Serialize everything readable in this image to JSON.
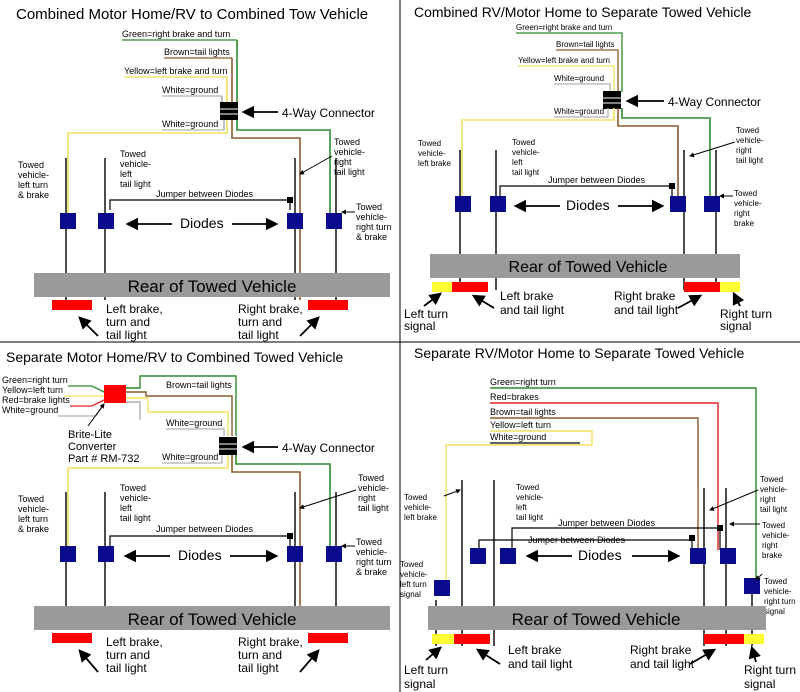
{
  "colors": {
    "green": "#2e8b2e",
    "brown": "#8b5a2b",
    "yellow": "#f0e060",
    "white_wire": "#b0b0b0",
    "red": "#e02020",
    "diode": "#0a0a8c",
    "bar": "#9a9a9a",
    "lamp_red": "#ff0000",
    "lamp_yellow": "#ffff33"
  },
  "panel1": {
    "title": "Combined Motor Home/RV to Combined Tow Vehicle",
    "wires": [
      "Green=right brake and turn",
      "Brown=tail lights",
      "Yellow=left brake and turn",
      "White=ground"
    ],
    "ground": "White=ground",
    "connector": "4-Way Connector",
    "left_label": [
      "Towed",
      "vehicle-",
      "left turn",
      "& brake"
    ],
    "left_tail": [
      "Towed",
      "vehicle-",
      "left",
      "tail light"
    ],
    "right_tail": [
      "Towed",
      "vehicle-",
      "right",
      "tail light"
    ],
    "right_label": [
      "Towed",
      "vehicle-",
      "right turn",
      "& brake"
    ],
    "jumper": "Jumper between Diodes",
    "diodes": "Diodes",
    "bar": "Rear of Towed Vehicle",
    "left_bottom": [
      "Left brake,",
      "turn and",
      "tail light"
    ],
    "right_bottom": [
      "Right brake,",
      "turn and",
      "tail light"
    ]
  },
  "panel2": {
    "title": "Combined RV/Motor Home to Separate Towed Vehicle",
    "wires": [
      "Green=right brake and turn",
      "Brown=tail lights",
      "Yellow=left brake and turn",
      "White=ground"
    ],
    "ground": "White=ground",
    "connector": "4-Way Connector",
    "left_label": [
      "Towed",
      "vehicle-",
      "left brake"
    ],
    "left_tail": [
      "Towed",
      "vehicle-",
      "left",
      "tail light"
    ],
    "right_tail": [
      "Towed",
      "vehicle-",
      "right",
      "tail light"
    ],
    "right_label": [
      "Towed",
      "vehicle-",
      "right",
      "brake"
    ],
    "jumper": "Jumper between Diodes",
    "diodes": "Diodes",
    "bar": "Rear of Towed Vehicle",
    "left_turn": [
      "Left turn",
      "signal"
    ],
    "left_bottom": [
      "Left brake",
      "and tail light"
    ],
    "right_bottom": [
      "Right brake",
      "and tail light"
    ],
    "right_turn": [
      "Right turn",
      "signal"
    ]
  },
  "panel3": {
    "title": "Separate Motor Home/RV to Combined Towed Vehicle",
    "inputs": [
      "Green=right turn",
      "Yellow=left turn",
      "Red=brake lights",
      "White=ground"
    ],
    "converter": [
      "Brite-Lite",
      "Converter",
      "Part # RM-732"
    ],
    "wires": [
      "Brown=tail lights",
      "White=ground"
    ],
    "ground": "White=ground",
    "connector": "4-Way Connector",
    "left_label": [
      "Towed",
      "vehicle-",
      "left turn",
      "& brake"
    ],
    "left_tail": [
      "Towed",
      "vehicle-",
      "left",
      "tail light"
    ],
    "right_tail": [
      "Towed",
      "vehicle-",
      "right",
      "tail light"
    ],
    "right_label": [
      "Towed",
      "vehicle-",
      "right turn",
      "& brake"
    ],
    "jumper": "Jumper between Diodes",
    "diodes": "Diodes",
    "bar": "Rear of Towed Vehicle",
    "left_bottom": [
      "Left brake,",
      "turn and",
      "tail light"
    ],
    "right_bottom": [
      "Right brake,",
      "turn and",
      "tail light"
    ]
  },
  "panel4": {
    "title": "Separate RV/Motor Home to Separate Towed Vehicle",
    "wires": [
      "Green=right turn",
      "Red=brakes",
      "Brown=tail lights",
      "Yellow=left turn",
      "White=ground"
    ],
    "left_brake": [
      "Towed",
      "vehicle-",
      "left brake"
    ],
    "left_tail": [
      "Towed",
      "vehicle-",
      "left",
      "tail light"
    ],
    "left_turn_label": [
      "Towed",
      "vehicle-",
      "left turn",
      "signal"
    ],
    "right_tail": [
      "Towed",
      "vehicle-",
      "right",
      "tail light"
    ],
    "right_brake": [
      "Towed",
      "vehicle-",
      "right",
      "brake"
    ],
    "right_turn_label": [
      "Towed",
      "vehicle-",
      "right turn",
      "signal"
    ],
    "jumper": "Jumper between Diodes",
    "diodes": "Diodes",
    "bar": "Rear of Towed Vehicle",
    "left_turn": [
      "Left turn",
      "signal"
    ],
    "left_bottom": [
      "Left brake",
      "and tail light"
    ],
    "right_bottom": [
      "Right brake",
      "and tail light"
    ],
    "right_turn": [
      "Right turn",
      "signal"
    ]
  }
}
